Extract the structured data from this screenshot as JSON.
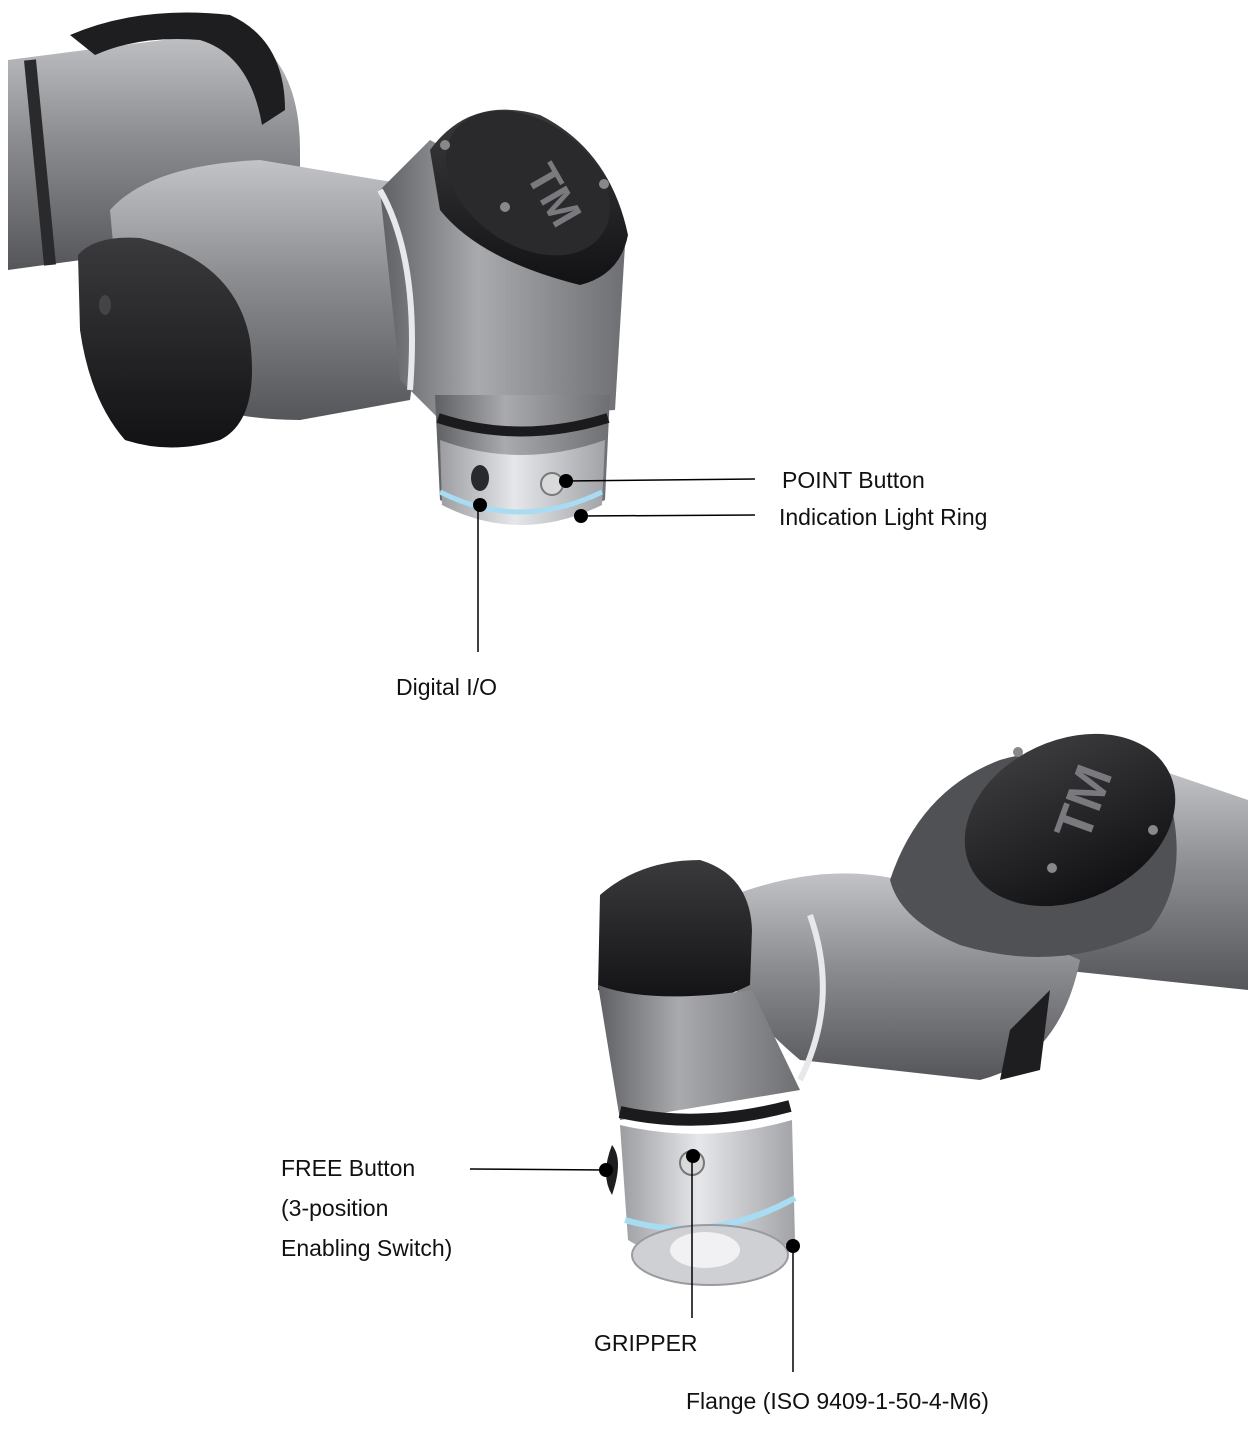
{
  "labels": {
    "point_button": "POINT Button",
    "indication_light_ring": "Indication Light Ring",
    "digital_io": "Digital I/O",
    "free_button_line1": "FREE Button",
    "free_button_line2": "(3-position",
    "free_button_line3": "Enabling Switch)",
    "gripper": "GRIPPER",
    "flange": "Flange (ISO 9409-1-50-4-M6)"
  },
  "logo_text": "TM",
  "colors": {
    "background": "#ffffff",
    "arm_metal": "#8e8f93",
    "joint_black": "#1d1d1f",
    "light_ring": "#a8dcf2",
    "callout": "#000000"
  }
}
